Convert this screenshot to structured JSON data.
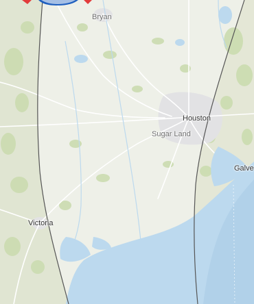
{
  "map": {
    "places": [
      {
        "name": "Bryan",
        "style": "dim"
      },
      {
        "name": "Houston",
        "style": "dark"
      },
      {
        "name": "Sugar Land",
        "style": "dim"
      },
      {
        "name": "Galve",
        "style": "dark"
      },
      {
        "name": "Victoria",
        "style": "dark"
      }
    ],
    "colors": {
      "land": "#eef0e8",
      "vegetation": "#cbdcb0",
      "water": "#bcd9ee",
      "water_deep": "#a7cbe6",
      "urban": "#e2e2e4",
      "roads": "#ffffff",
      "boundary": "#555555",
      "outside_tint": "#d6dcc0",
      "marker_red": "#e23b3b",
      "marker_blue": "#1f5fbf"
    },
    "icons": [
      "location-marker-icon"
    ]
  }
}
